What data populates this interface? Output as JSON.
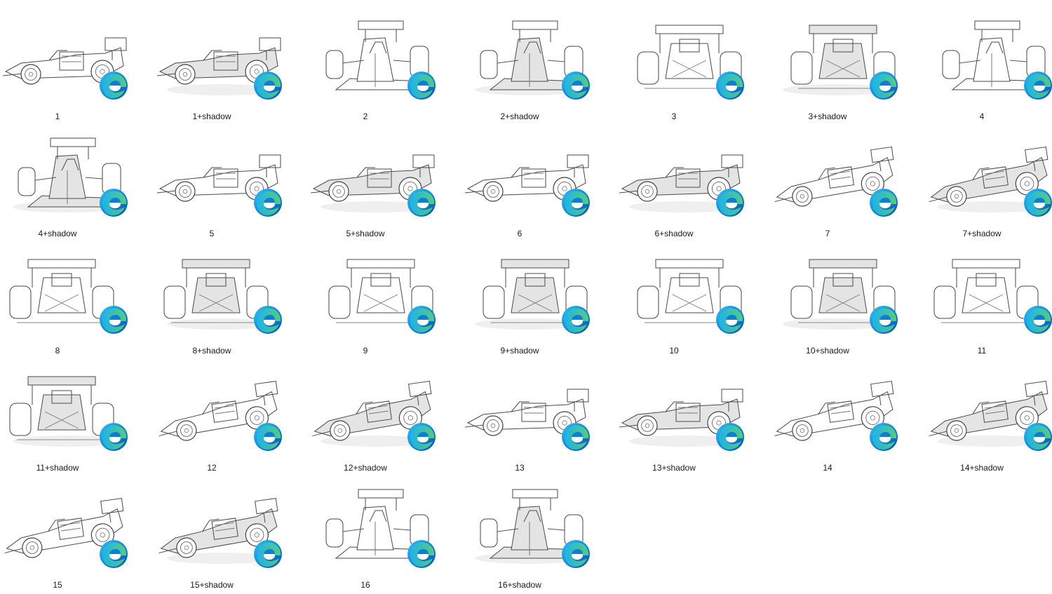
{
  "folder": {
    "view": "large-icons",
    "file_icon": "edge-icon",
    "items": [
      {
        "label": "1",
        "view": "side"
      },
      {
        "label": "1+shadow",
        "view": "side"
      },
      {
        "label": "2",
        "view": "front34"
      },
      {
        "label": "2+shadow",
        "view": "front34"
      },
      {
        "label": "3",
        "view": "rear"
      },
      {
        "label": "3+shadow",
        "view": "rear"
      },
      {
        "label": "4",
        "view": "front"
      },
      {
        "label": "4+shadow",
        "view": "front"
      },
      {
        "label": "5",
        "view": "side"
      },
      {
        "label": "5+shadow",
        "view": "side"
      },
      {
        "label": "6",
        "view": "side"
      },
      {
        "label": "6+shadow",
        "view": "side"
      },
      {
        "label": "7",
        "view": "side34"
      },
      {
        "label": "7+shadow",
        "view": "side34"
      },
      {
        "label": "8",
        "view": "rear34"
      },
      {
        "label": "8+shadow",
        "view": "rear34"
      },
      {
        "label": "9",
        "view": "rear"
      },
      {
        "label": "9+shadow",
        "view": "rear"
      },
      {
        "label": "10",
        "view": "rear"
      },
      {
        "label": "10+shadow",
        "view": "rear"
      },
      {
        "label": "11",
        "view": "rear34"
      },
      {
        "label": "11+shadow",
        "view": "rear34"
      },
      {
        "label": "12",
        "view": "side34"
      },
      {
        "label": "12+shadow",
        "view": "side34"
      },
      {
        "label": "13",
        "view": "side"
      },
      {
        "label": "13+shadow",
        "view": "side"
      },
      {
        "label": "14",
        "view": "side34"
      },
      {
        "label": "14+shadow",
        "view": "side34"
      },
      {
        "label": "15",
        "view": "side34"
      },
      {
        "label": "15+shadow",
        "view": "side34"
      },
      {
        "label": "16",
        "view": "front34"
      },
      {
        "label": "16+shadow",
        "view": "front34"
      }
    ]
  }
}
